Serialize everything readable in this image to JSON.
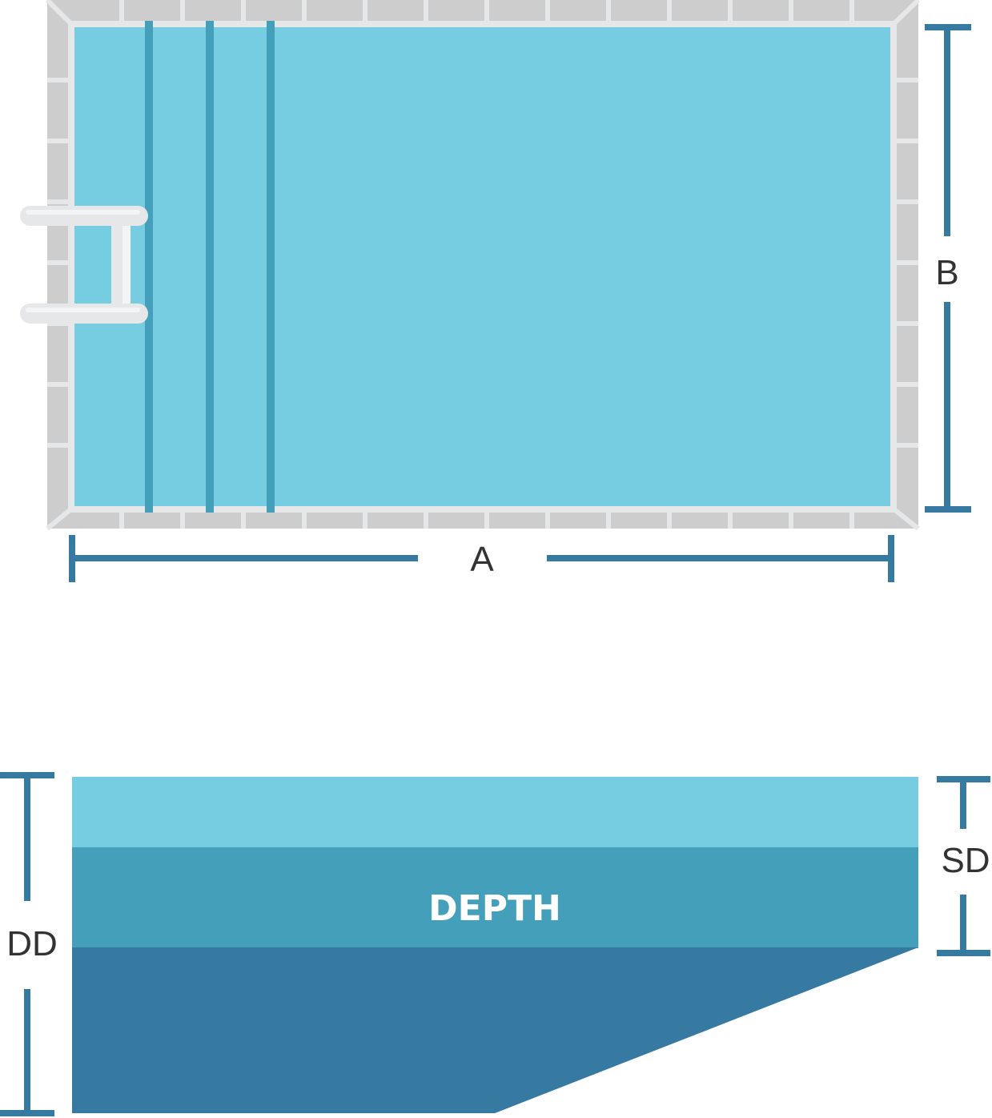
{
  "labels": {
    "length": "A",
    "width": "B",
    "deep_depth": "DD",
    "shallow_depth": "SD",
    "depth": "DEPTH"
  },
  "colors": {
    "water": "#76cce0",
    "lane": "#449fbb",
    "deep": "#367aa2",
    "coping": "#cdcdcd",
    "grout": "#e6e7e8",
    "dimension": "#367aa2",
    "text": "#333333"
  }
}
